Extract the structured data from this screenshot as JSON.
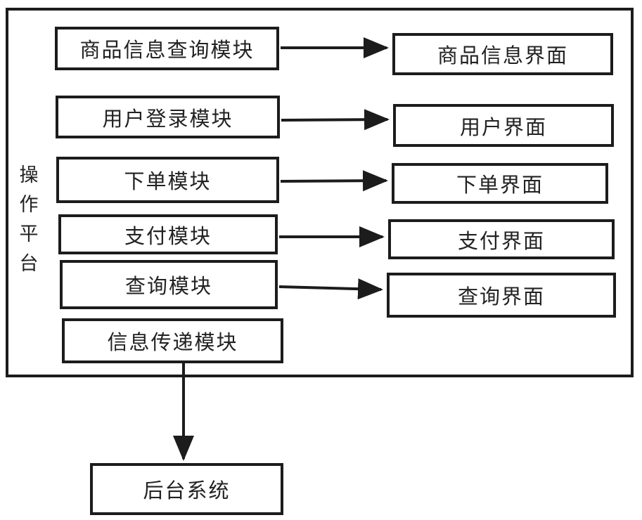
{
  "diagram": {
    "platform": {
      "label": "操作平台"
    },
    "modules": [
      {
        "label": "商品信息查询模块"
      },
      {
        "label": "用户登录模块"
      },
      {
        "label": "下单模块"
      },
      {
        "label": "支付模块"
      },
      {
        "label": "查询模块"
      },
      {
        "label": "信息传递模块"
      }
    ],
    "interfaces": [
      {
        "label": "商品信息界面"
      },
      {
        "label": "用户界面"
      },
      {
        "label": "下单界面"
      },
      {
        "label": "支付界面"
      },
      {
        "label": "查询界面"
      }
    ],
    "backend": {
      "label": "后台系统"
    },
    "connections": [
      {
        "from": "商品信息查询模块",
        "to": "商品信息界面"
      },
      {
        "from": "用户登录模块",
        "to": "用户界面"
      },
      {
        "from": "下单模块",
        "to": "下单界面"
      },
      {
        "from": "支付模块",
        "to": "支付界面"
      },
      {
        "from": "查询模块",
        "to": "查询界面"
      },
      {
        "from": "信息传递模块",
        "to": "后台系统"
      }
    ],
    "colors": {
      "line": "#1c1c1c",
      "text": "#222222",
      "background": "#ffffff"
    }
  }
}
